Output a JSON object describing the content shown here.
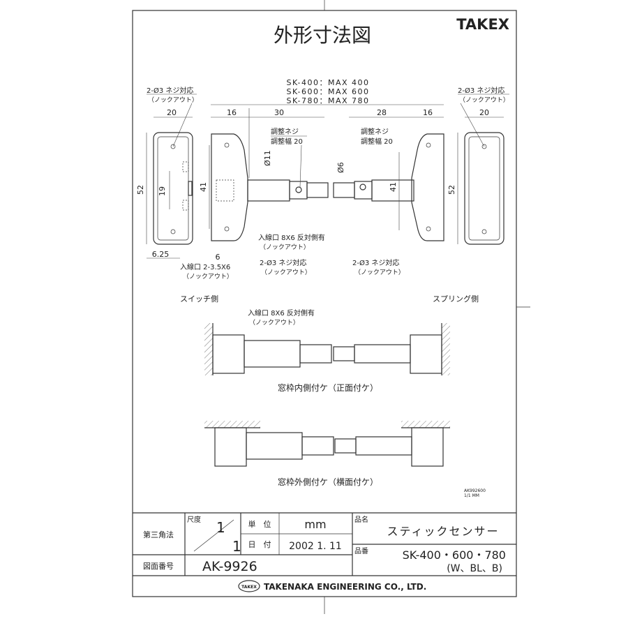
{
  "header": {
    "title": "外形寸法図",
    "brand": "TAKEX"
  },
  "models": [
    "SK-400：MAX 400",
    "SK-600：MAX 600",
    "SK-780：MAX 780"
  ],
  "dims": {
    "w20": "20",
    "d16": "16",
    "d30": "30",
    "d28": "28",
    "d52": "52",
    "d41": "41",
    "d19": "19",
    "d625": "6.25",
    "d6": "6",
    "phi11": "Ø11",
    "phi6": "Ø6"
  },
  "notes": {
    "screw": "2-Ø3 ネジ対応",
    "knockout": "（ノックアウト）",
    "adjust_screw": "調整ネジ",
    "adjust_width": "調整幅 20",
    "inlet_side": "入線口 8X6 反対側有",
    "inlet_bottom": "入線口 2-3.5X6",
    "switch_side": "スイッチ側",
    "spring_side": "スプリング側",
    "mount_inner": "窓枠内側付ケ（正面付ケ）",
    "mount_outer": "窓枠外側付ケ（横面付ケ）",
    "ref_code": "AK992600",
    "ref_scale": "1/1 MM"
  },
  "title_block": {
    "projection": "第三角法",
    "scale_label": "尺度",
    "scale_num": "1",
    "scale_den": "1",
    "unit_label": "単　位",
    "unit_value": "mm",
    "date_label": "日　付",
    "date_value": "2002 1. 11",
    "product_name_label": "品名",
    "product_name": "スティックセンサー",
    "product_no_label": "品番",
    "product_no": "SK-400・600・780",
    "product_variants": "(W、BL、B)",
    "drawing_no_label": "図面番号",
    "drawing_no": "AK-9926",
    "company_logo": "TAKEX",
    "company": "TAKENAKA ENGINEERING CO., LTD."
  }
}
